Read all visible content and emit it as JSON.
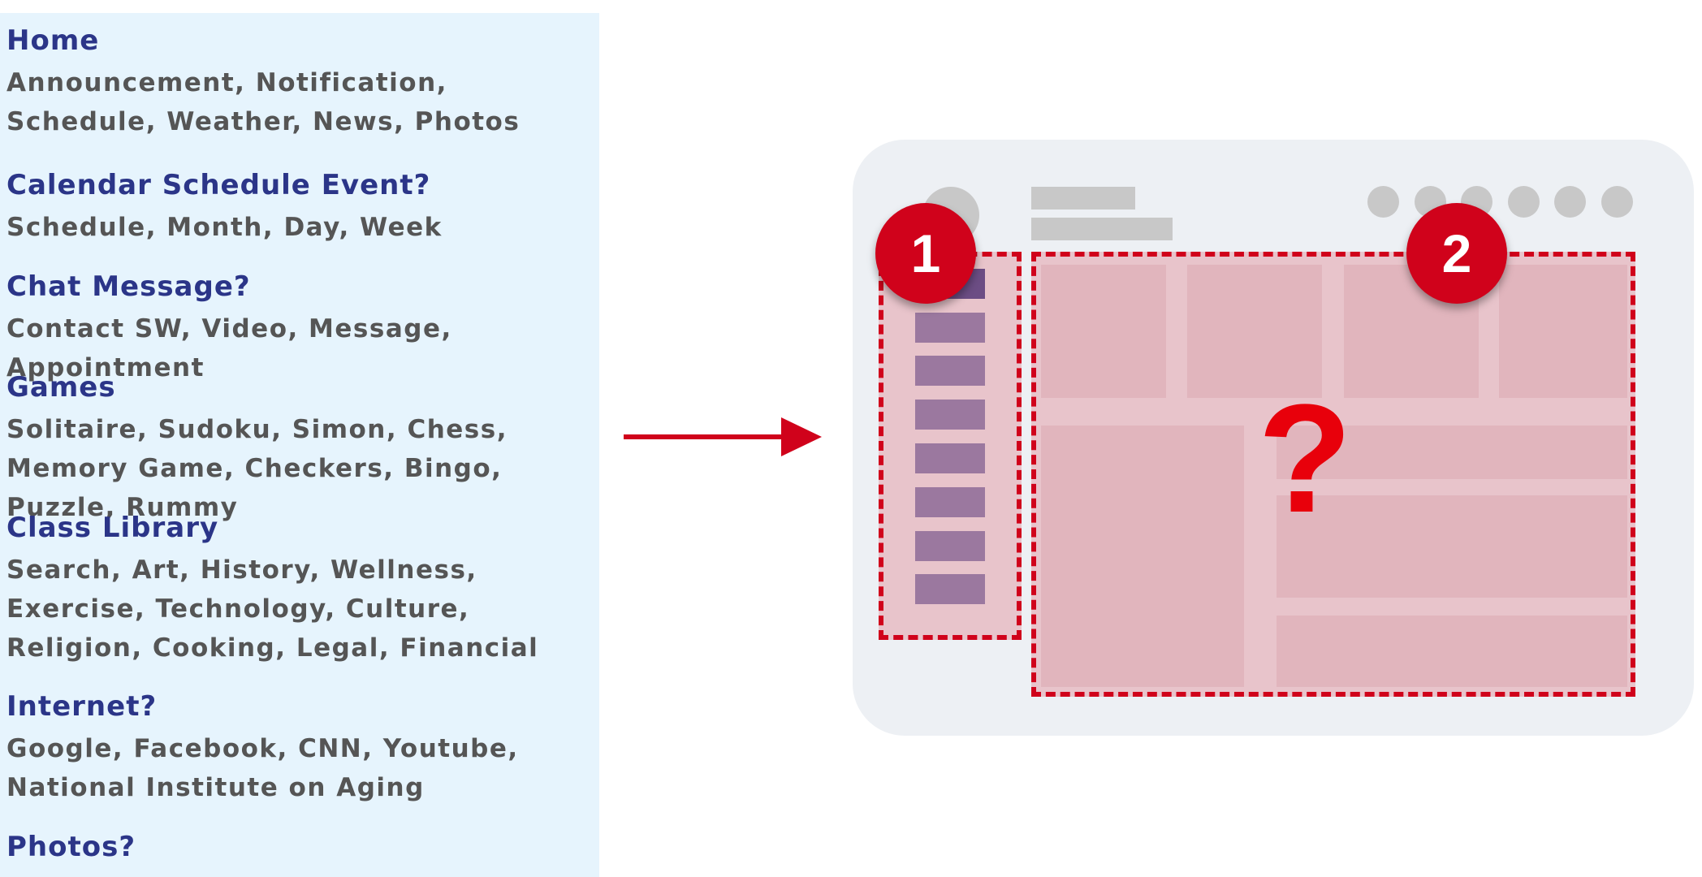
{
  "menu": {
    "sections": [
      {
        "title": "Home",
        "items": "Announcement, Notification, Schedule, Weather, News, Photos"
      },
      {
        "title": "Calendar Schedule Event?",
        "items": "Schedule, Month, Day, Week"
      },
      {
        "title": "Chat Message?",
        "items": "Contact SW, Video, Message, Appointment"
      },
      {
        "title": "Games",
        "items": "Solitaire, Sudoku, Simon, Chess, Memory Game, Checkers, Bingo, Puzzle, Rummy"
      },
      {
        "title": "Class Library",
        "items": "Search, Art, History, Wellness, Exercise, Technology, Culture, Religion, Cooking, Legal, Financial"
      },
      {
        "title": "Internet?",
        "items": "Google, Facebook, CNN, Youtube, National Institute on Aging"
      },
      {
        "title": "Photos?",
        "items": ""
      }
    ]
  },
  "mockup": {
    "badge_1": "1",
    "badge_2": "2",
    "unknown_content": "?",
    "nav_block_count": 8,
    "header_dot_count": 6
  },
  "colors": {
    "panel_background": "#e6f4fd",
    "section_title": "#2b3588",
    "section_items": "#555555",
    "accent_red": "#d0021b",
    "zone_fill": "#e8c4cb",
    "nav_block": "#9b789f",
    "window_background": "#edf0f4",
    "placeholder_gray": "#c8c8c8"
  }
}
